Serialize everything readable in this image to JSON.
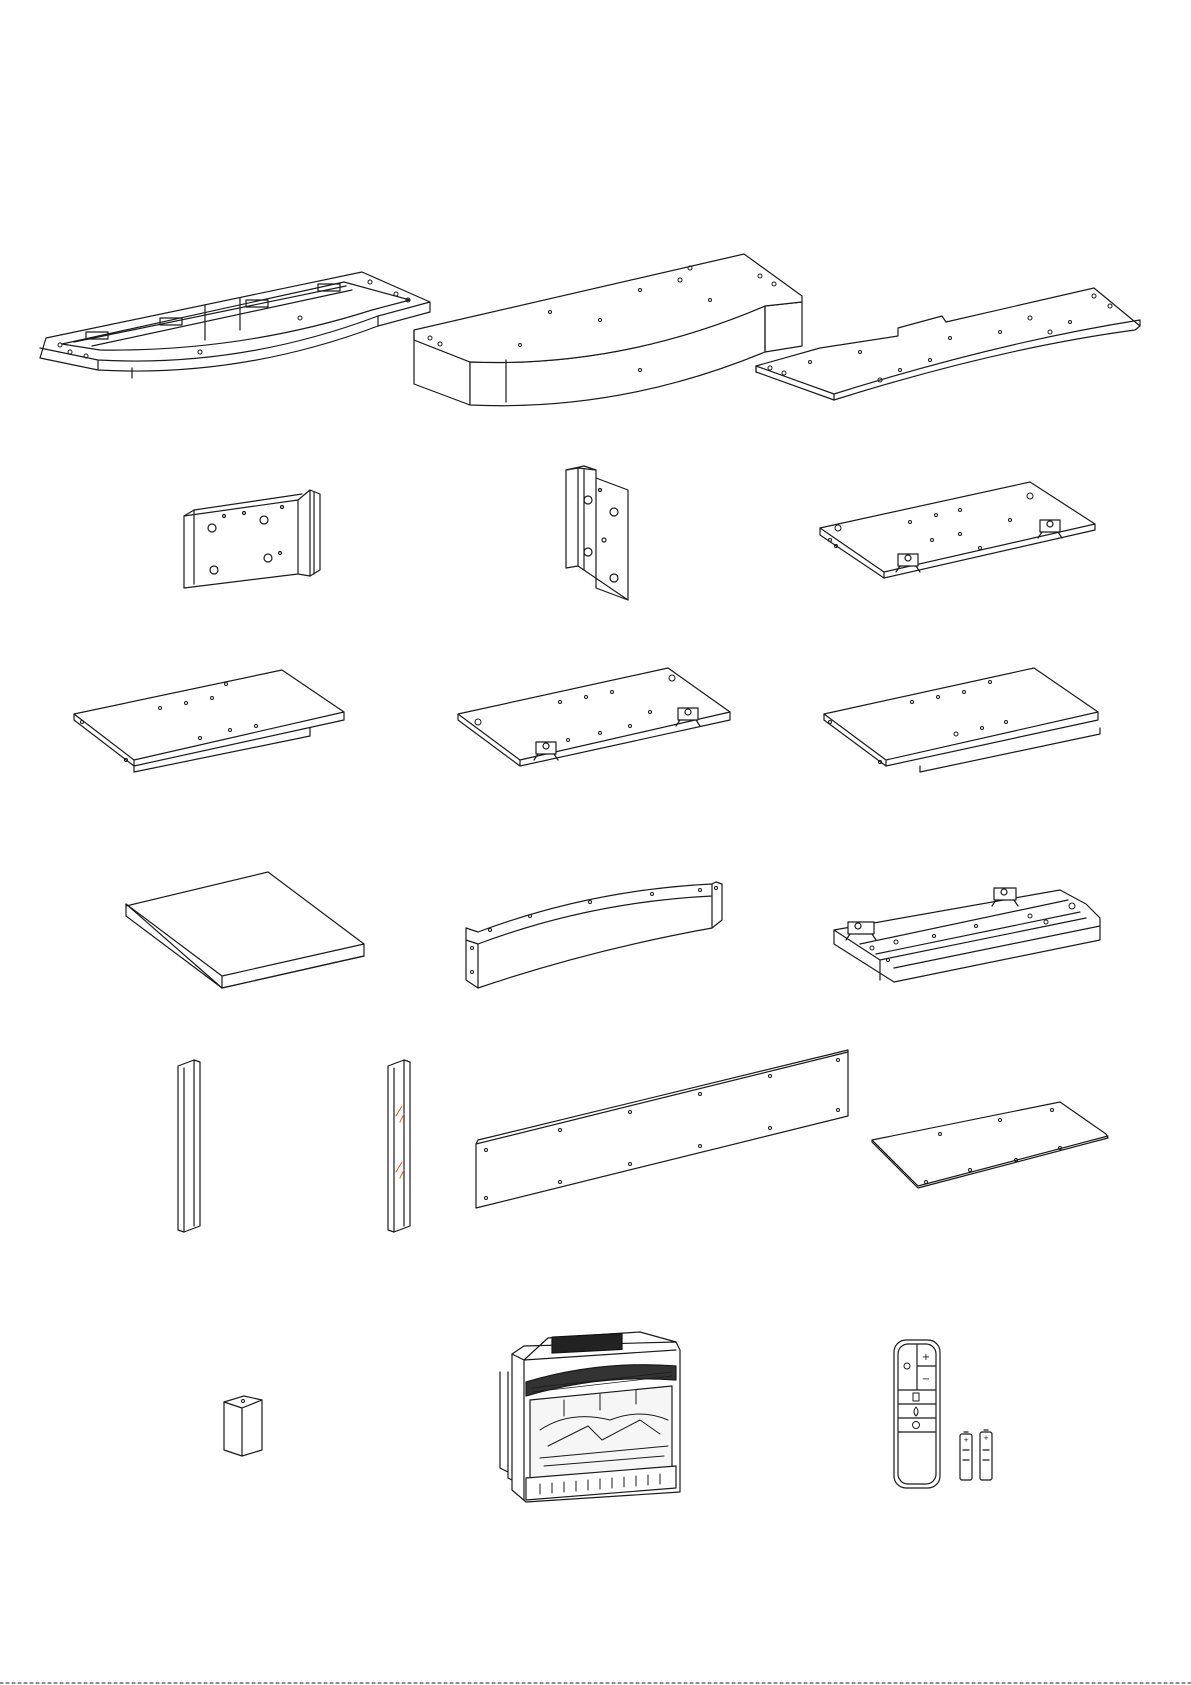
{
  "diagram": {
    "type": "furniture-parts-overview",
    "line_color": "#1a1a1a",
    "accent_color": "#e0552b",
    "rows": [
      {
        "parts": [
          "curved-base-frame",
          "curved-base-top-box",
          "curved-top-panel"
        ]
      },
      {
        "parts": [
          "left-corner-bracket",
          "right-corner-bracket",
          "shelf-panel-with-hinges"
        ]
      },
      {
        "parts": [
          "side-panel-left",
          "side-panel-hinged",
          "side-panel-right"
        ]
      },
      {
        "parts": [
          "square-board",
          "curved-front-rail",
          "hinged-door-panel"
        ]
      },
      {
        "parts": [
          "upright-post",
          "upright-post-glass",
          "back-panel",
          "bottom-board"
        ]
      },
      {
        "parts": [
          "support-block",
          "electric-fireplace-insert",
          "remote-control",
          "batteries"
        ]
      }
    ]
  },
  "remote": {
    "plus_label": "+",
    "minus_label": "−",
    "power_icon": "power-icon",
    "heat_icon": "heat-icon",
    "flame_icon": "flame-icon",
    "timer_icon": "timer-icon"
  },
  "batteries": {
    "count": 2,
    "plus_mark": "+"
  }
}
